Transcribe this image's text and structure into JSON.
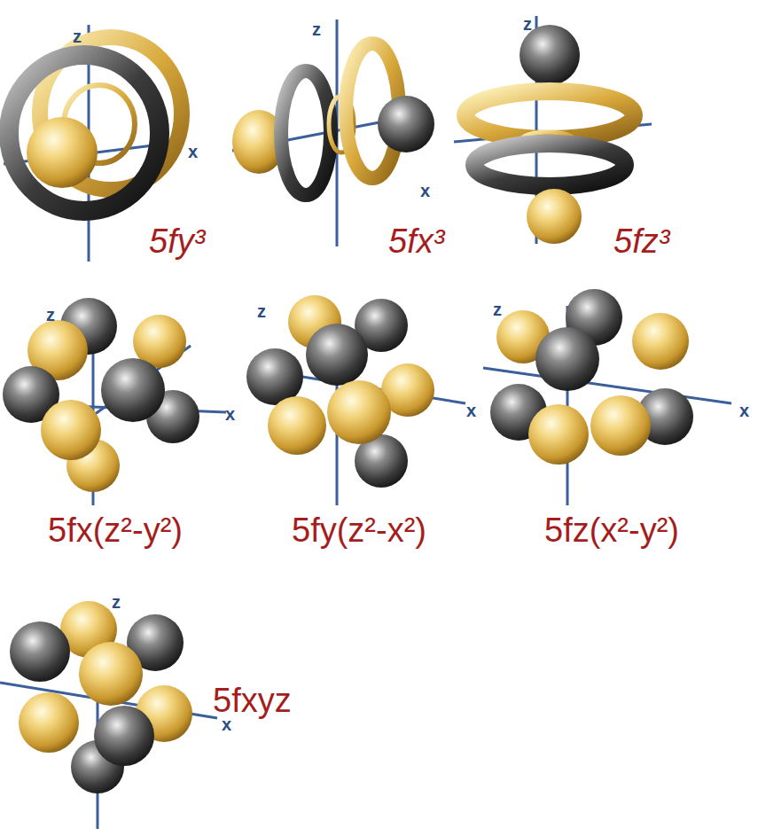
{
  "diagram": {
    "labels": [
      "z",
      "x",
      "5fy³",
      "z",
      "x",
      "5fx³",
      "z",
      "5fz³",
      "z",
      "x",
      "5fx(z²-y²)",
      "z",
      "x",
      "5fy(z²-x²)",
      "z",
      "x",
      "5fz(x²-y²)",
      "z",
      "x",
      "5fxyz"
    ]
  }
}
